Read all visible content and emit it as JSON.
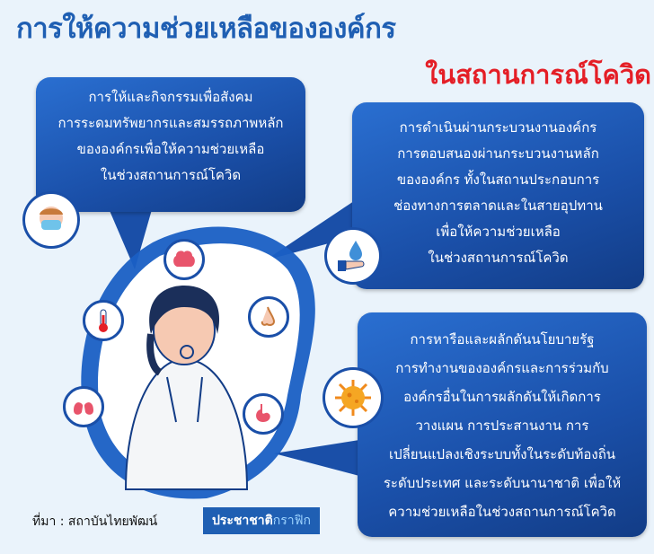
{
  "title": "การให้ความช่วยเหลือขององค์กร",
  "subtitle": "ในสถานการณ์โควิด",
  "bubble_left": [
    "การให้และกิจกรรมเพื่อสังคม",
    "การระดมทรัพยากรและสมรรถภาพหลัก",
    "ขององค์กรเพื่อให้ความช่วยเหลือ",
    "ในช่วงสถานการณ์โควิด"
  ],
  "bubble_right_top": [
    "การดำเนินผ่านกระบวนงานองค์กร",
    "การตอบสนองผ่านกระบวนงานหลัก",
    "ขององค์กร ทั้งในสถานประกอบการ",
    "ช่องทางการตลาดและในสายอุปทาน",
    "เพื่อให้ความช่วยเหลือ",
    "ในช่วงสถานการณ์โควิด"
  ],
  "bubble_right_bottom": [
    "การหารือและผลักดันนโยบายรัฐ",
    "การทำงานขององค์กรและการร่วมกับ",
    "องค์กรอื่นในการผลักดันให้เกิดการ",
    "วางแผน การประสานงาน การ",
    "เปลี่ยนแปลงเชิงระบบทั้งในระดับท้องถิ่น",
    "ระดับประเทศ และระดับนานาชาติ เพื่อให้",
    "ความช่วยเหลือในช่วงสถานการณ์โควิด"
  ],
  "source": "ที่มา : สถาบันไทยพัฒน์",
  "brand": {
    "main": "ประชาชาติ",
    "accent": "กราฟิก"
  },
  "colors": {
    "title": "#1f5fb3",
    "subtitle": "#e41e26",
    "bubble": "#1a4fa8",
    "background": "#eaf3fb"
  },
  "icons": [
    "mask-face-icon",
    "water-drop-hand-icon",
    "virus-icon",
    "brain-icon",
    "nose-icon",
    "stomach-icon",
    "thermometer-icon",
    "lungs-icon",
    "sick-person-illustration"
  ]
}
